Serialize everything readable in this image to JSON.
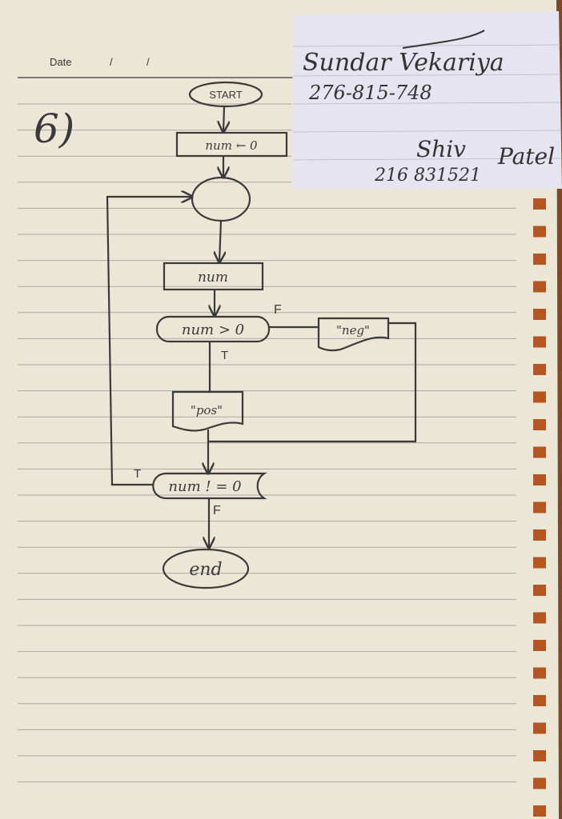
{
  "page": {
    "date_label": "Date",
    "date_sep_1": "/",
    "date_sep_2": "/",
    "problem_number": "6)"
  },
  "sticky_note": {
    "name_1": "Sundar Vekariya",
    "phone_1": "276-815-748",
    "name_2_first": "Shiv",
    "name_2_last": "Patel",
    "phone_2": "216 831521"
  },
  "flowchart": {
    "start": "START",
    "init": "num ← 0",
    "input": "num",
    "decision_1": "num > 0",
    "decision_1_false_label": "F",
    "decision_1_true_label": "T",
    "output_neg": "\"neg\"",
    "output_pos": "\"pos\"",
    "decision_2": "num ! = 0",
    "decision_2_true_label": "T",
    "decision_2_false_label": "F",
    "end": "end"
  },
  "colors": {
    "paper": "#ece6d6",
    "line": "#a9a8a6",
    "ink": "#3a3a3a",
    "sticky": "#e6e4f0",
    "desk": "#7a4a2a"
  }
}
